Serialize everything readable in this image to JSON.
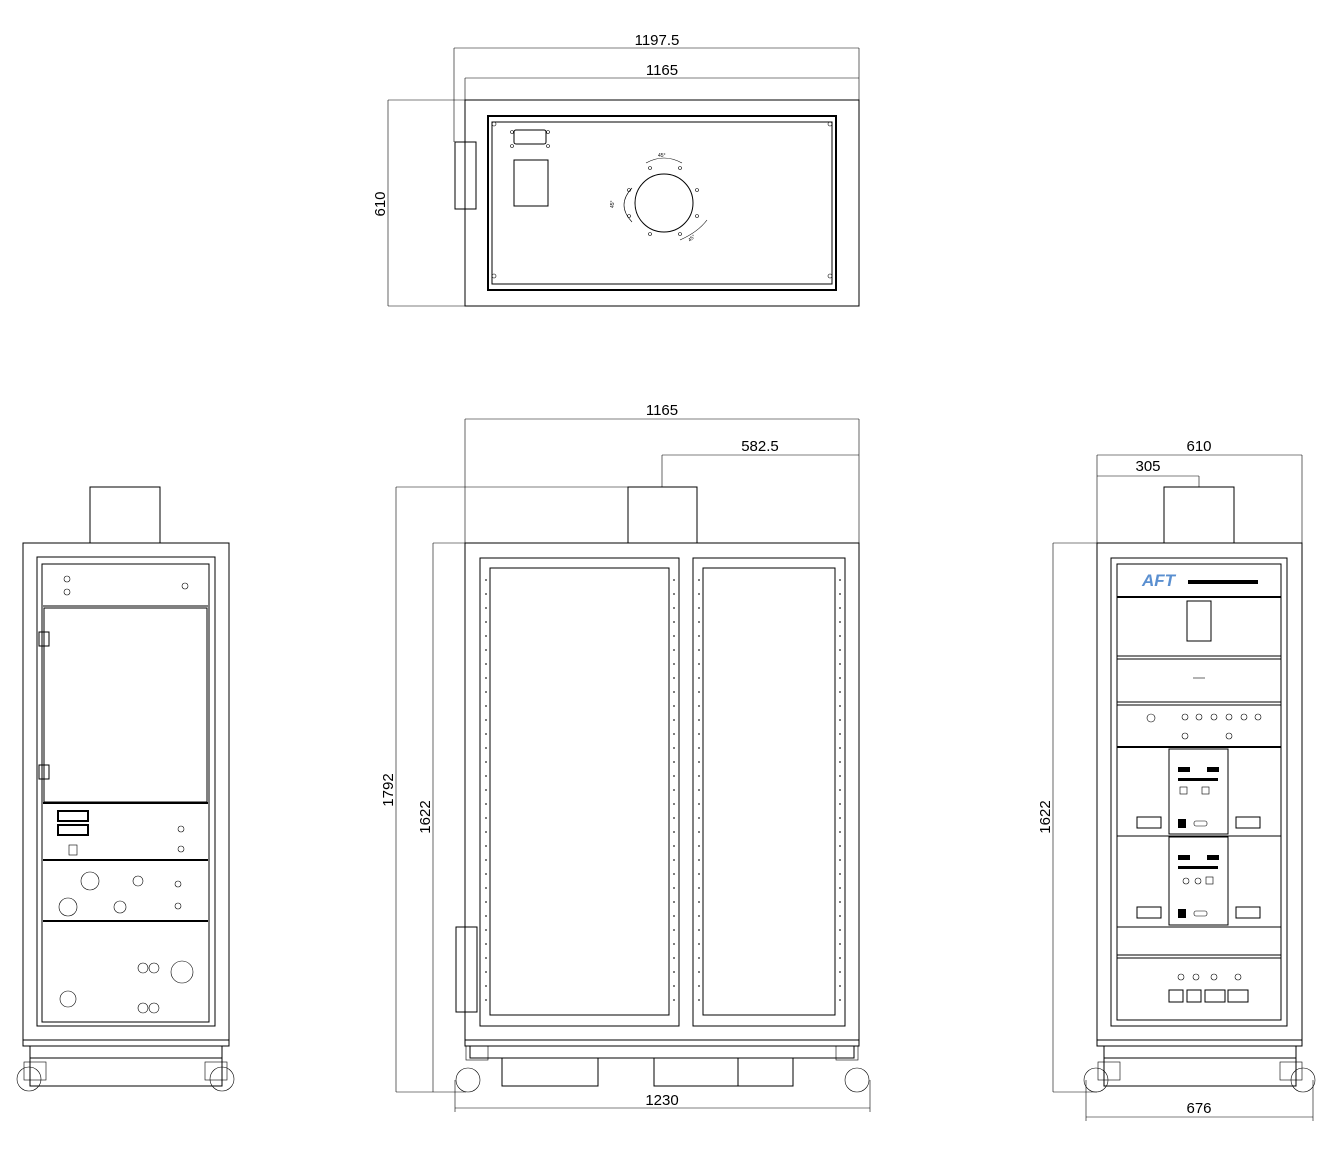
{
  "drawing": {
    "top_view": {
      "dim_overall_width": "1197.5",
      "dim_cabinet_width": "1165",
      "dim_depth": "610",
      "angle_labels": [
        "45°",
        "45°",
        "45°"
      ]
    },
    "front_view": {
      "dim_width": "1165",
      "dim_half_width": "582.5",
      "dim_total_height": "1792",
      "dim_cabinet_height": "1622",
      "dim_base_width": "1230"
    },
    "side_view": {
      "dim_width": "610",
      "dim_half_width": "305",
      "dim_cabinet_height": "1622",
      "dim_base_width": "676",
      "logo_text": "AFT"
    }
  }
}
